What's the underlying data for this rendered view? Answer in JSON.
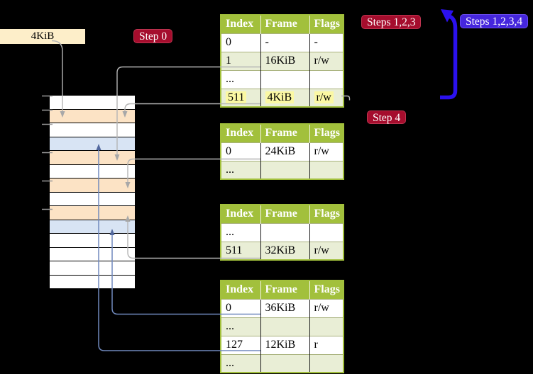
{
  "colors": {
    "background": "#000000",
    "table_header_green": "#a2c03c",
    "table_row_green": "#e9eed6",
    "highlight_yellow": "#fbf8a3",
    "step_badge_red": "#a50d2d",
    "steps_badge_blue": "#4526dd",
    "big_arrow_blue": "#2b11ee",
    "frame_row_peach": "#fce3c5",
    "frame_row_lightblue": "#d8e4f4",
    "frame_label_beige": "#fdeec9",
    "connector_gray": "#b5b5b5",
    "connector_blue": "#7089bd"
  },
  "labels": {
    "frame_size": "4KiB",
    "step0": "Step 0",
    "steps123": "Steps 1,2,3",
    "steps1234": "Steps 1,2,3,4",
    "step4": "Step 4"
  },
  "page_tables": [
    {
      "headers": [
        "Index",
        "Frame",
        "Flags"
      ],
      "rows": [
        {
          "cells": [
            "0",
            "-",
            "-"
          ]
        },
        {
          "cells": [
            "1",
            "16KiB",
            "r/w"
          ]
        },
        {
          "cells": [
            "...",
            "",
            ""
          ]
        },
        {
          "cells": [
            "511",
            "4KiB",
            "r/w"
          ],
          "highlighted": true
        }
      ]
    },
    {
      "headers": [
        "Index",
        "Frame",
        "Flags"
      ],
      "rows": [
        {
          "cells": [
            "0",
            "24KiB",
            "r/w"
          ]
        },
        {
          "cells": [
            "...",
            "",
            ""
          ]
        }
      ]
    },
    {
      "headers": [
        "Index",
        "Frame",
        "Flags"
      ],
      "rows": [
        {
          "cells": [
            "...",
            "",
            ""
          ]
        },
        {
          "cells": [
            "511",
            "32KiB",
            "r/w"
          ]
        }
      ]
    },
    {
      "headers": [
        "Index",
        "Frame",
        "Flags"
      ],
      "rows": [
        {
          "cells": [
            "0",
            "36KiB",
            "r/w"
          ]
        },
        {
          "cells": [
            "...",
            "",
            ""
          ]
        },
        {
          "cells": [
            "127",
            "12KiB",
            "r"
          ]
        },
        {
          "cells": [
            "...",
            "",
            ""
          ]
        }
      ]
    }
  ],
  "memory_stack": {
    "rows": [
      {
        "class": "mrow"
      },
      {
        "class": "mrow peach"
      },
      {
        "class": "mrow"
      },
      {
        "class": "mrow lblue"
      },
      {
        "class": "mrow peach"
      },
      {
        "class": "mrow"
      },
      {
        "class": "mrow peach"
      },
      {
        "class": "mrow"
      },
      {
        "class": "mrow peach"
      },
      {
        "class": "mrow lblue"
      },
      {
        "class": "mrow"
      },
      {
        "class": "mrow"
      },
      {
        "class": "mrow"
      },
      {
        "class": "mrow"
      }
    ]
  }
}
